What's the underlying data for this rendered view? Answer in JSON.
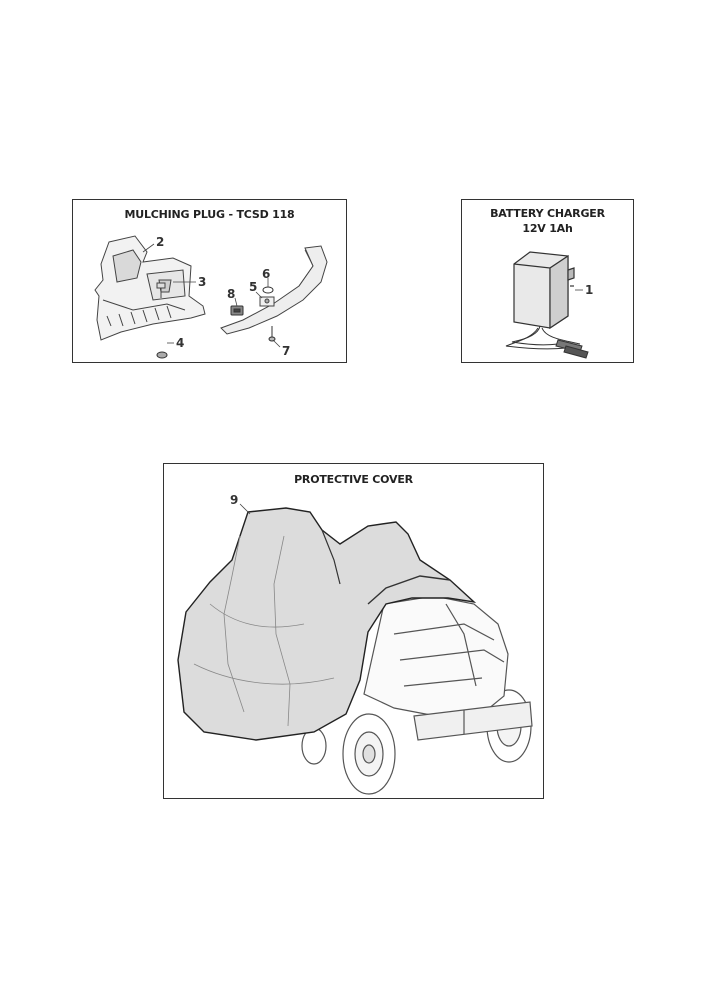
{
  "panels": {
    "mulching": {
      "title": "MULCHING PLUG - TCSD 118",
      "callouts": {
        "c2": "2",
        "c3": "3",
        "c4": "4",
        "c5": "5",
        "c6": "6",
        "c7": "7",
        "c8": "8"
      }
    },
    "charger": {
      "title_line1": "BATTERY CHARGER",
      "title_line2": "12V 1Ah",
      "callouts": {
        "c1": "1"
      }
    },
    "cover": {
      "title": "PROTECTIVE COVER",
      "callouts": {
        "c9": "9"
      }
    }
  }
}
